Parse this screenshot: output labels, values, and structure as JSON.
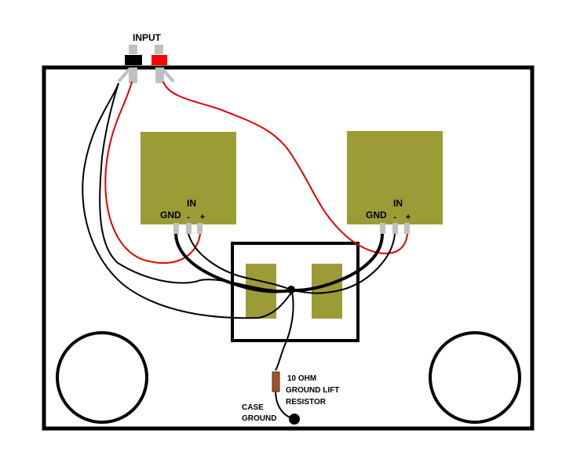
{
  "labels": {
    "input": "INPUT",
    "board_left_gnd": "GND",
    "board_left_in": "IN",
    "board_left_minus": "-",
    "board_left_plus": "+",
    "board_right_gnd": "GND",
    "board_right_in": "IN",
    "board_right_minus": "-",
    "board_right_plus": "+",
    "resistor_line1": "10 OHM",
    "resistor_line2": "GROUND LIFT",
    "resistor_line3": "RESISTOR",
    "case_line1": "CASE",
    "case_line2": "GROUND"
  },
  "colors": {
    "board": "#9c9c37",
    "wire_black": "#000000",
    "wire_red": "#e00000",
    "jack_black": "#000000",
    "jack_red": "#ff0000",
    "pin_gray": "#c0c0c0",
    "resistor": "#a0522d"
  }
}
